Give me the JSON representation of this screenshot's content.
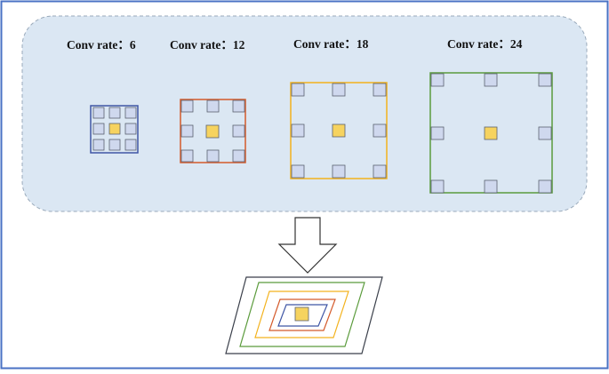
{
  "panel": {
    "labels": [
      {
        "text": "Conv rate：6"
      },
      {
        "text": "Conv rate：12"
      },
      {
        "text": "Conv rate：18"
      },
      {
        "text": "Conv rate：24"
      }
    ]
  },
  "colors": {
    "border": "#4a72c4",
    "panel_fill": "#dbe7f3",
    "panel_dash": "#9aaabb",
    "cell_fill": "#cfd8ee",
    "cell_stroke": "#5a6170",
    "center_fill": "#f6d35f",
    "frames": [
      "#3f56a5",
      "#d45a2b",
      "#f3b21d",
      "#5b9b3c"
    ]
  },
  "icons": {
    "arrow": "down-arrow-icon"
  }
}
